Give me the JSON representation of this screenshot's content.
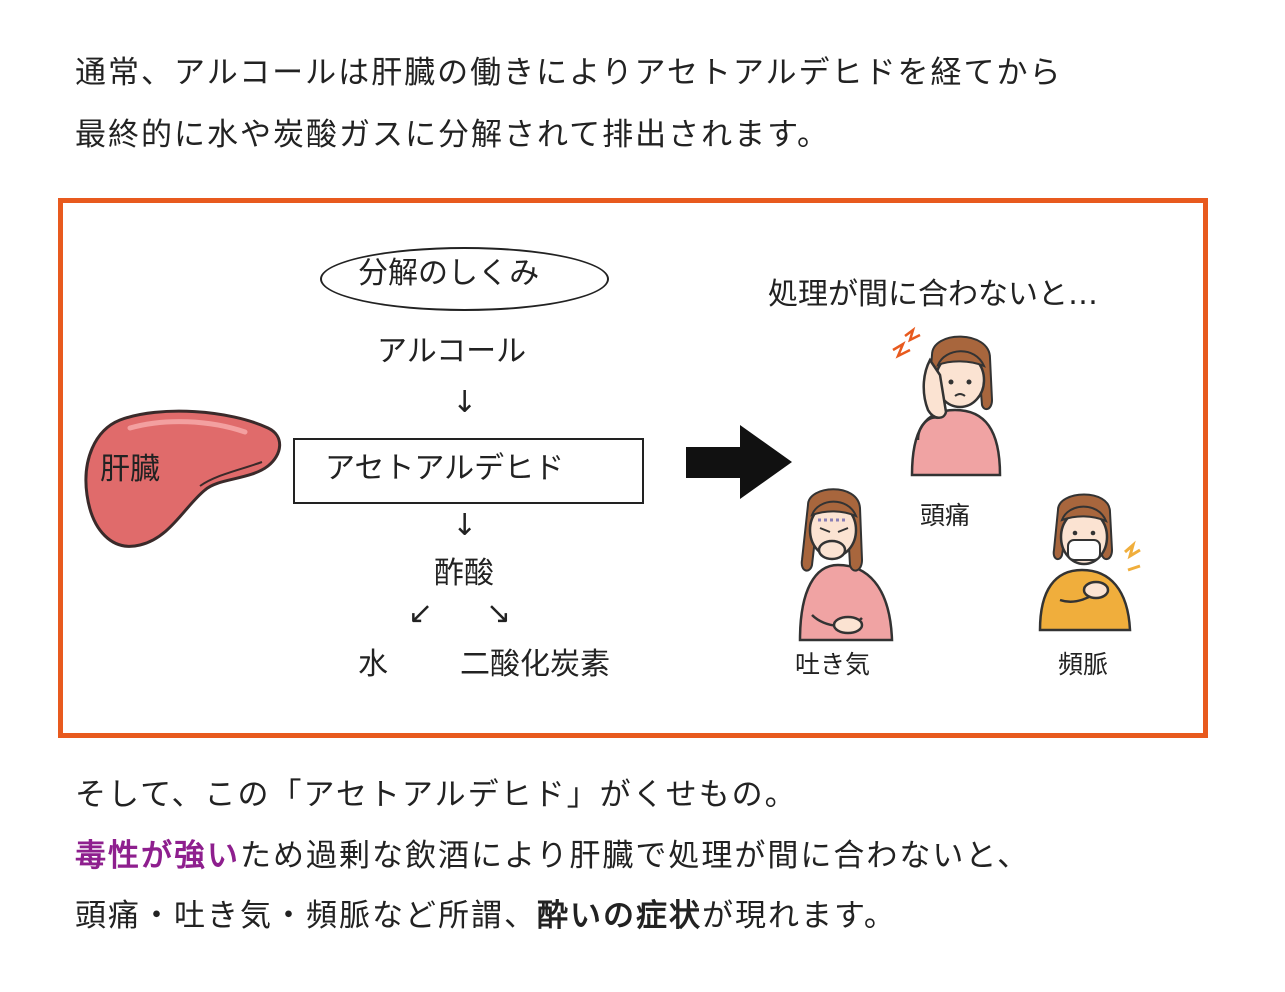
{
  "intro": {
    "line1": "通常、アルコールは肝臓の働きによりアセトアルデヒドを経てから",
    "line2": "最終的に水や炭酸ガスに分解されて排出されます。"
  },
  "diagram": {
    "title": "分解のしくみ",
    "liver_label": "肝臓",
    "step_alcohol": "アルコール",
    "step_acetaldehyde": "アセトアルデヒド",
    "step_acetic_acid": "酢酸",
    "product_water": "水",
    "product_co2": "二酸化炭素",
    "arrow_down": "↓",
    "arrow_down_left": "↙",
    "arrow_down_right": "↘",
    "effects_heading": "処理が間に合わないと…",
    "effect_headache": "頭痛",
    "effect_nausea": "吐き気",
    "effect_palpitation": "頻脈",
    "colors": {
      "frame": "#e85a1e",
      "liver": "#e06b6b",
      "shirt_pink": "#f0a3a3",
      "shirt_orange": "#f0ae3c",
      "hair": "#a8663d"
    }
  },
  "outro": {
    "line1": "そして、この「アセトアルデヒド」がくせもの。",
    "line2_highlight": "毒性が強い",
    "line2_rest": "ため過剰な飲酒により肝臓で処理が間に合わないと、",
    "line3_start": "頭痛・吐き気・頻脈など所謂、",
    "line3_bold": "酔いの症状",
    "line3_end": "が現れます。",
    "highlight_color": "#8e1f8e"
  }
}
